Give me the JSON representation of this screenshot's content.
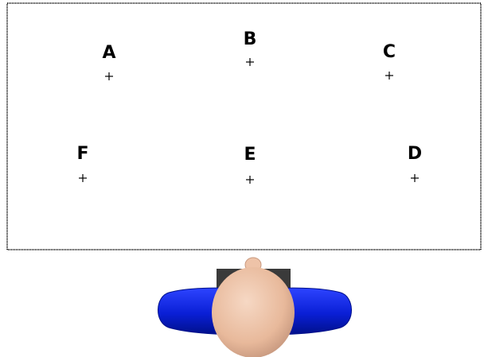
{
  "targets": [
    {
      "id": "a",
      "label": "A"
    },
    {
      "id": "b",
      "label": "B"
    },
    {
      "id": "c",
      "label": "C"
    },
    {
      "id": "d",
      "label": "D"
    },
    {
      "id": "e",
      "label": "E"
    },
    {
      "id": "f",
      "label": "F"
    }
  ],
  "colors": {
    "border": "#222222",
    "label": "#000000",
    "shoulders": "#0a1fd6",
    "shoulders_dark": "#00108a",
    "chair": "#3a3a3a",
    "head": "#eec3a8",
    "head_shadow": "#c99a80"
  },
  "figure": {
    "icon": "person-top-view-icon"
  }
}
